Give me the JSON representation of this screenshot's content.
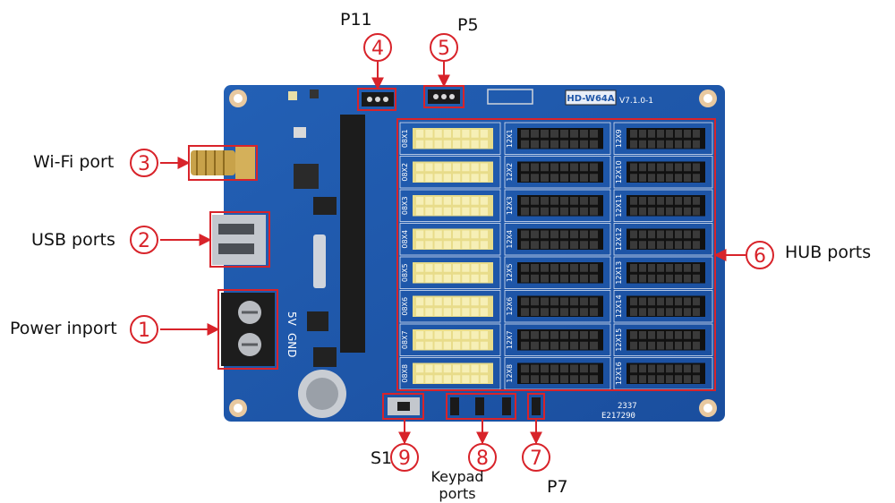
{
  "board": {
    "model_label": "HD-W64A",
    "version_label": "V7.1.0-1",
    "serial_lines": [
      "2337",
      "E217290"
    ],
    "power_text": [
      "5V",
      "GND"
    ],
    "colors": {
      "pcb": "#1f56a8",
      "pcb_dark": "#17468d",
      "callout": "#d8232a",
      "yellow_pin": "#f6efb6",
      "black_pin": "#1c1c1c"
    }
  },
  "hub": {
    "left_column": [
      "08X1",
      "08X2",
      "08X3",
      "08X4",
      "08X5",
      "08X6",
      "08X7",
      "08X8"
    ],
    "mid_column": [
      "12X1",
      "12X2",
      "12X3",
      "12X4",
      "12X5",
      "12X6",
      "12X7",
      "12X8"
    ],
    "right_column": [
      "12X9",
      "12X10",
      "12X11",
      "12X12",
      "12X13",
      "12X14",
      "12X15",
      "12X16"
    ]
  },
  "callouts": [
    {
      "number": "1",
      "label": "Power inport"
    },
    {
      "number": "2",
      "label": "USB ports"
    },
    {
      "number": "3",
      "label": "Wi-Fi port"
    },
    {
      "number": "4",
      "label": "P11"
    },
    {
      "number": "5",
      "label": "P5"
    },
    {
      "number": "6",
      "label": "HUB ports"
    },
    {
      "number": "7",
      "label": "P7"
    },
    {
      "number": "8",
      "label": "Keypad ports"
    },
    {
      "number": "9",
      "label": "S1"
    }
  ],
  "keypad_lines": [
    "Keypad",
    "ports"
  ]
}
